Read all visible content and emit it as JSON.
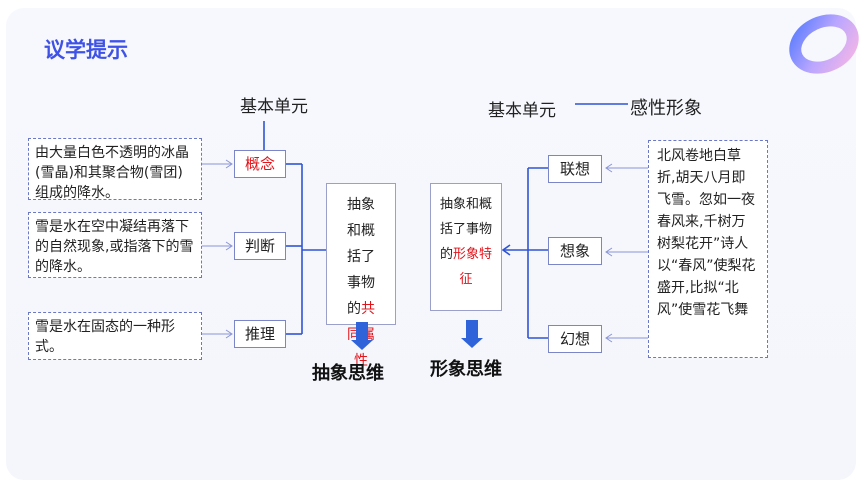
{
  "title": "议学提示",
  "left": {
    "header": "基本单元",
    "units": [
      {
        "label": "概念",
        "description": "由大量白色不透明的冰晶(雪晶)和其聚合物(雪团)组成的降水。"
      },
      {
        "label": "判断",
        "description": "雪是水在空中凝结再落下的自然现象,或指落下的雪的降水。"
      },
      {
        "label": "推理",
        "description": "雪是水在固态的一种形式。"
      }
    ],
    "summary_prefix": "抽象和概括了事物的",
    "summary_highlight": "共同属性",
    "thinking_label": "抽象思维"
  },
  "right": {
    "header": "基本单元",
    "header_highlight": "感性形象",
    "units": [
      "联想",
      "想象",
      "幻想"
    ],
    "description": "北风卷地白草折,胡天八月即飞雪。忽如一夜春风来,千树万树梨花开”诗人以“春风”使梨花盛开,比拟“北风”使雪花飞舞",
    "summary_prefix": "抽象和概括了事物的",
    "summary_highlight": "形象特征",
    "thinking_label": "形象思维"
  },
  "colors": {
    "accent": "#3f52e6",
    "highlight": "#e3131a",
    "connector": "#2f55d4"
  }
}
